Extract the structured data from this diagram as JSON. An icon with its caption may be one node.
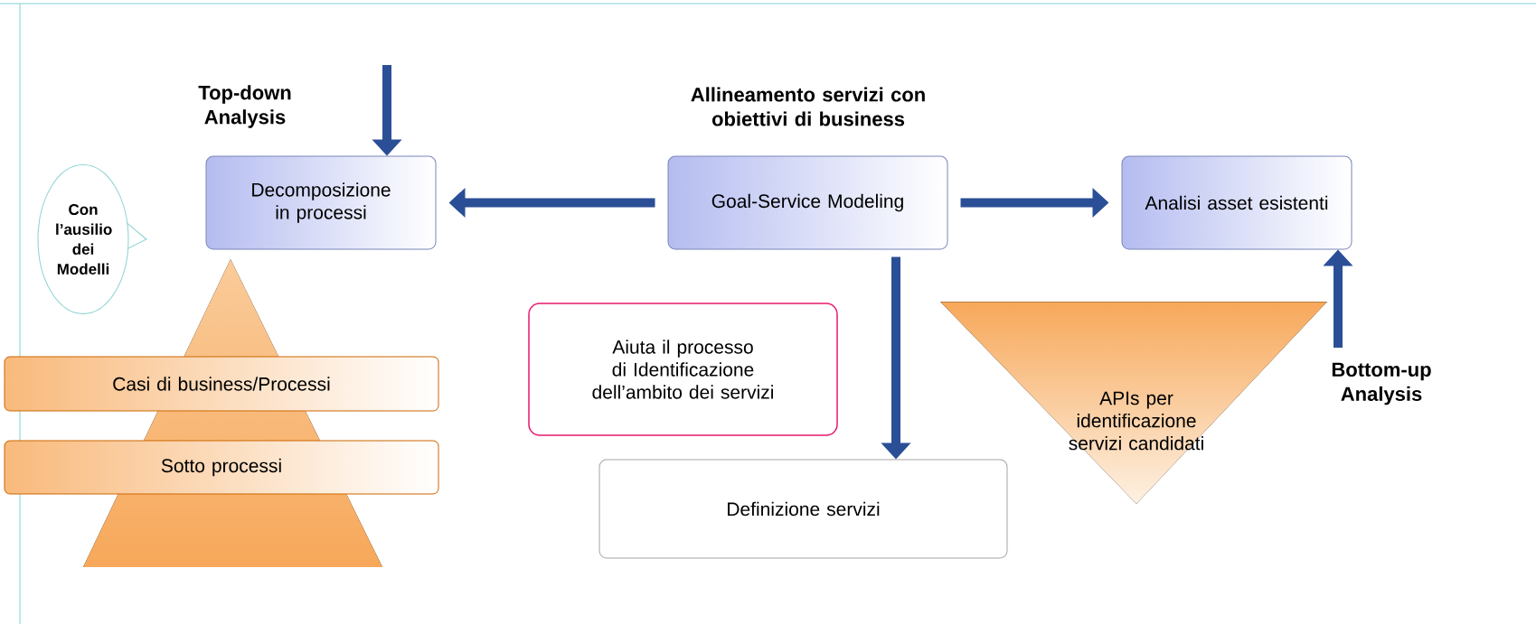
{
  "diagram": {
    "nodes": [
      {
        "text": [
          "Decomposizione in processi"
        ]
      },
      {
        "text": [
          "Allineamento servizi con obiettivi di business",
          "Goal-Service Modeling"
        ]
      },
      {
        "text": [
          "Analisi asset esistenti"
        ]
      },
      {
        "text": [
          "Con l’ausilio dei Modelli"
        ]
      },
      {
        "text": [
          "Casi di business/Processi"
        ]
      },
      {
        "text": [
          "Aiuta il processo di Identificazione dell’ambito dei servizi"
        ]
      },
      {
        "text": [
          "APIs per identificazione servizi candidati"
        ]
      },
      {
        "text": [
          "Sotto processi"
        ]
      },
      {
        "text": [
          "Definizione servizi"
        ]
      }
    ],
    "edges": [
      {
        "from": null,
        "to": 0,
        "arrow": "to"
      },
      {
        "from": 1,
        "to": 0,
        "arrow": "to"
      },
      {
        "from": 1,
        "to": 2,
        "arrow": "to"
      },
      {
        "from": 1,
        "to": 8,
        "arrow": "to"
      },
      {
        "from": null,
        "to": 2,
        "arrow": "to"
      }
    ],
    "labels": [
      "Top-down Analysis",
      "Bottom-up Analysis"
    ]
  }
}
